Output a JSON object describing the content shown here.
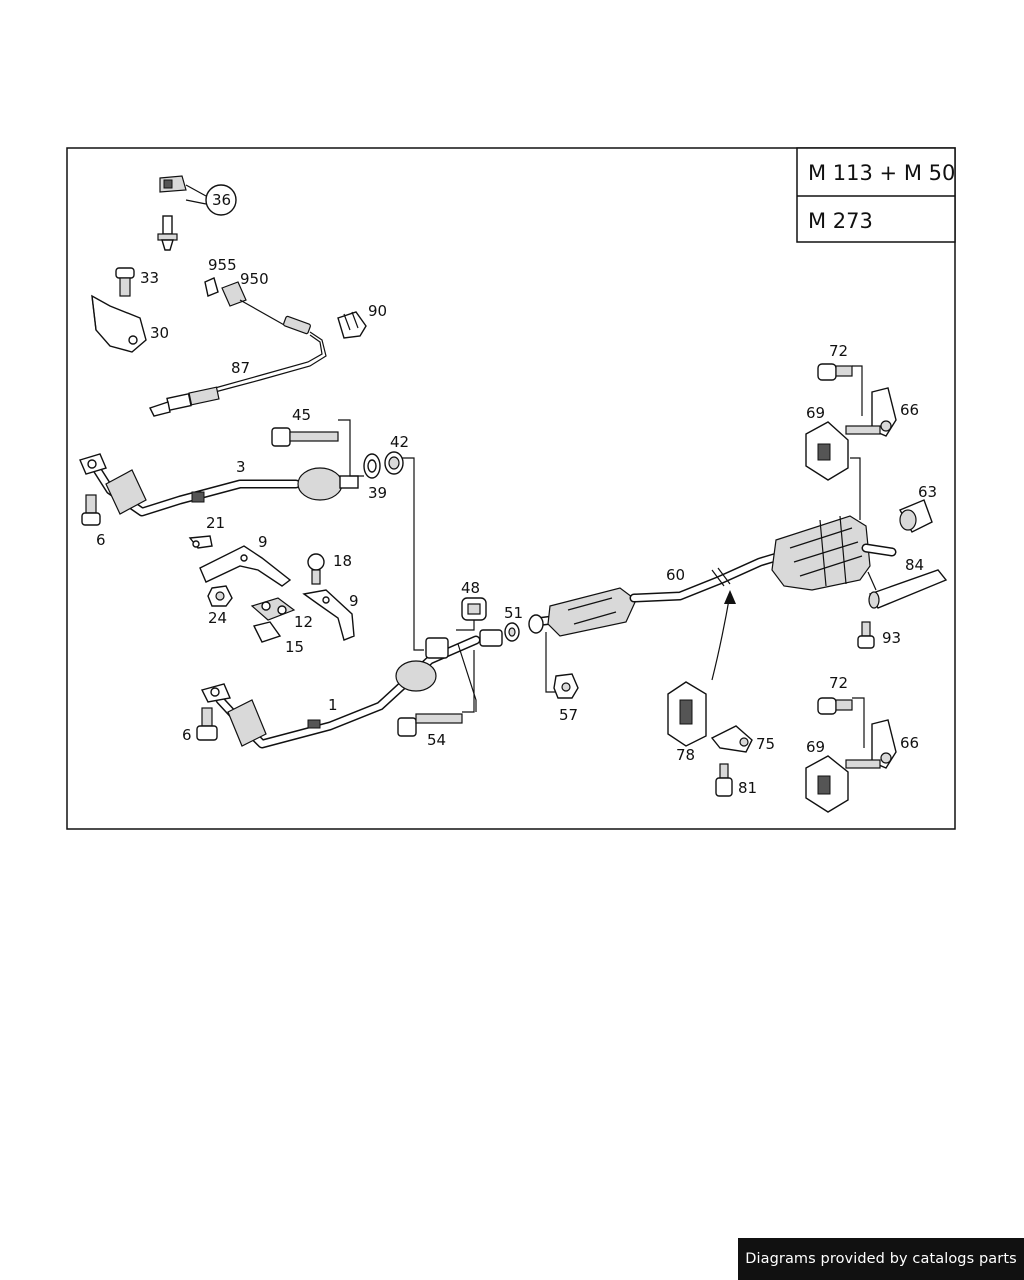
{
  "engine_table": {
    "rows": [
      "M 113 + M 50",
      "M 273"
    ]
  },
  "callouts": {
    "p36": "36",
    "p955": "955",
    "p950": "950",
    "p33": "33",
    "p90": "90",
    "p30": "30",
    "p87": "87",
    "p45": "45",
    "p42": "42",
    "p3": "3",
    "p39": "39",
    "p6a": "6",
    "p21": "21",
    "p9a": "9",
    "p18": "18",
    "p9b": "9",
    "p24": "24",
    "p12": "12",
    "p15": "15",
    "p48": "48",
    "p51": "51",
    "p1": "1",
    "p6b": "6",
    "p54": "54",
    "p57": "57",
    "p60": "60",
    "p72a": "72",
    "p69a": "69",
    "p66a": "66",
    "p63": "63",
    "p84": "84",
    "p93": "93",
    "p78": "78",
    "p75": "75",
    "p81": "81",
    "p72b": "72",
    "p69b": "69",
    "p66b": "66"
  },
  "footer": {
    "text": "Diagrams provided by catalogs parts"
  }
}
